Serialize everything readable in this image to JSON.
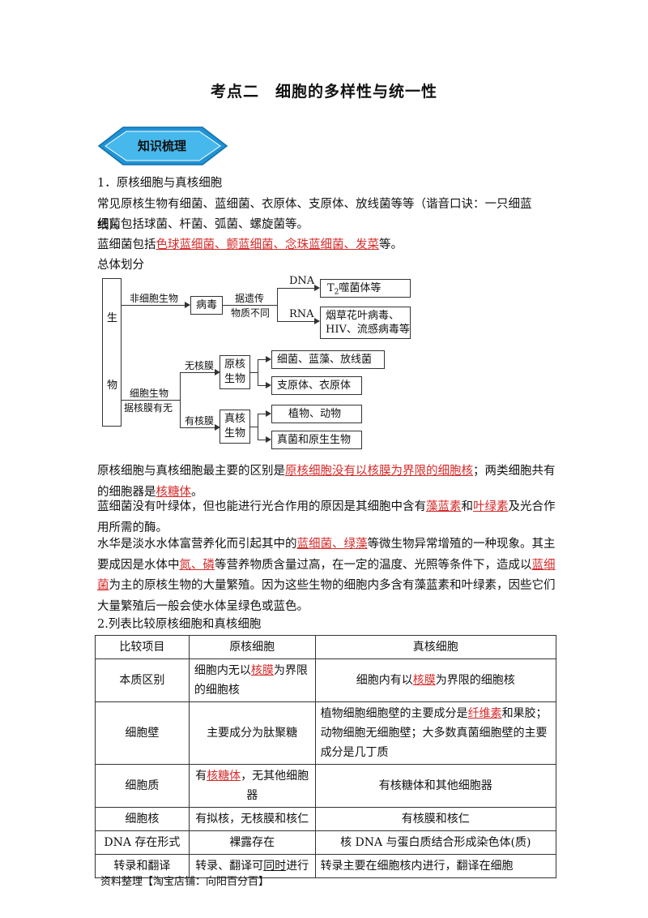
{
  "title": "考点二　细胞的多样性与统一性",
  "badge": "知识梳理",
  "section1_heading": "1．原核细胞与真核细胞",
  "p1": "常见原核生物有细菌、蓝细菌、衣原体、支原体、放线菌等等（谐音口诀：一只细蓝线）。",
  "p2": "细菌包括球菌、杆菌、弧菌、螺旋菌等。",
  "p3_prefix": "蓝细菌包括",
  "p3_red": "色球蓝细菌、颤蓝细菌、念珠蓝细菌、发菜",
  "p3_suffix": "等。",
  "p4": "总体划分",
  "diagram": {
    "root": [
      "生",
      "物"
    ],
    "nonCell": "非细胞生物",
    "virus": "病毒",
    "basisTop": "据遗传",
    "basisBottom": "物质不同",
    "dna": "DNA",
    "rna": "RNA",
    "t2": "T",
    "t2sub": "2",
    "t2rest": "噬菌体等",
    "rnaVirus1": "烟草花叶病毒、",
    "rnaVirus2": "HIV、流感病毒等",
    "cellOrg": "细胞生物",
    "basisNuc": "据核膜有无",
    "noNuc": "无核膜",
    "hasNuc": "有核膜",
    "prok": [
      "原核",
      "生物"
    ],
    "euk": [
      "真核",
      "生物"
    ],
    "prok1": "细菌、蓝藻、放线菌",
    "prok2": "支原体、衣原体",
    "euk1": "植物、动物",
    "euk2": "真菌和原生生物"
  },
  "p5": {
    "a": "原核细胞与真核细胞最主要的区别是",
    "b": "原核细胞没有以核膜为界限的细胞核",
    "c": "；两类细胞共有的细胞器是",
    "d": "核糖体",
    "e": "。"
  },
  "p6": {
    "a": "蓝细菌没有叶绿体，但也能进行光合作用的原因是其细胞中含有",
    "b": "藻蓝素",
    "c": "和",
    "d": "叶绿素",
    "e": "及光合作用所需的酶。"
  },
  "p7": {
    "a": "水华是淡水水体富营养化而引起其中的",
    "b": "蓝细菌、绿藻",
    "c": "等微生物异常增殖的一种现象。其主要成因是水体中",
    "d": "氮、磷",
    "e": "等营养物质含量过高，在一定的温度、光照等条件下，造成以",
    "f": "蓝细菌",
    "g": "为主的原核生物的大量繁殖。因为这些生物的细胞内多含有藻蓝素和叶绿素，因些它们大量繁殖后一般会使水体呈绿色或蓝色。"
  },
  "section2_heading": "2.列表比较原核细胞和真核细胞",
  "table": {
    "headers": [
      "比较项目",
      "原核细胞",
      "真核细胞"
    ],
    "r1": {
      "item": "本质区别",
      "p1": "细胞内无以",
      "p_red": "核膜",
      "p2": "为界限的细胞核",
      "e1": "细胞内有以",
      "e_red": "核膜",
      "e2": "为界限的细胞核"
    },
    "r2": {
      "item": "细胞壁",
      "p": "主要成分为肽聚糖",
      "e1": "植物细胞细胞壁的主要成分是",
      "e_red": "纤维素",
      "e2": "和果胶；动物细胞无细胞壁；大多数真菌细胞壁的主要成分是几丁质"
    },
    "r3": {
      "item": "细胞质",
      "p1": "有",
      "p_red": "核糖体",
      "p2": "，无其他细胞器",
      "e": "有核糖体和其他细胞器"
    },
    "r4": {
      "item": "细胞核",
      "p": "有拟核，无核膜和核仁",
      "e": "有核膜和核仁"
    },
    "r5": {
      "item": "DNA 存在形式",
      "p": "裸露存在",
      "e": "核 DNA 与蛋白质结合形成染色体(质)"
    },
    "r6": {
      "item": "转录和翻译",
      "p1": "转录、翻译可",
      "p_ul": "同时",
      "p2": "进行",
      "e": "转录主要在细胞核内进行，翻译在细胞"
    }
  },
  "footer": "资料整理【淘宝店铺：向阳百分百】",
  "colors": {
    "accent_red": "#d62a2a",
    "badge_fill": "#1f93d6",
    "badge_inner": "#47b8ec"
  }
}
